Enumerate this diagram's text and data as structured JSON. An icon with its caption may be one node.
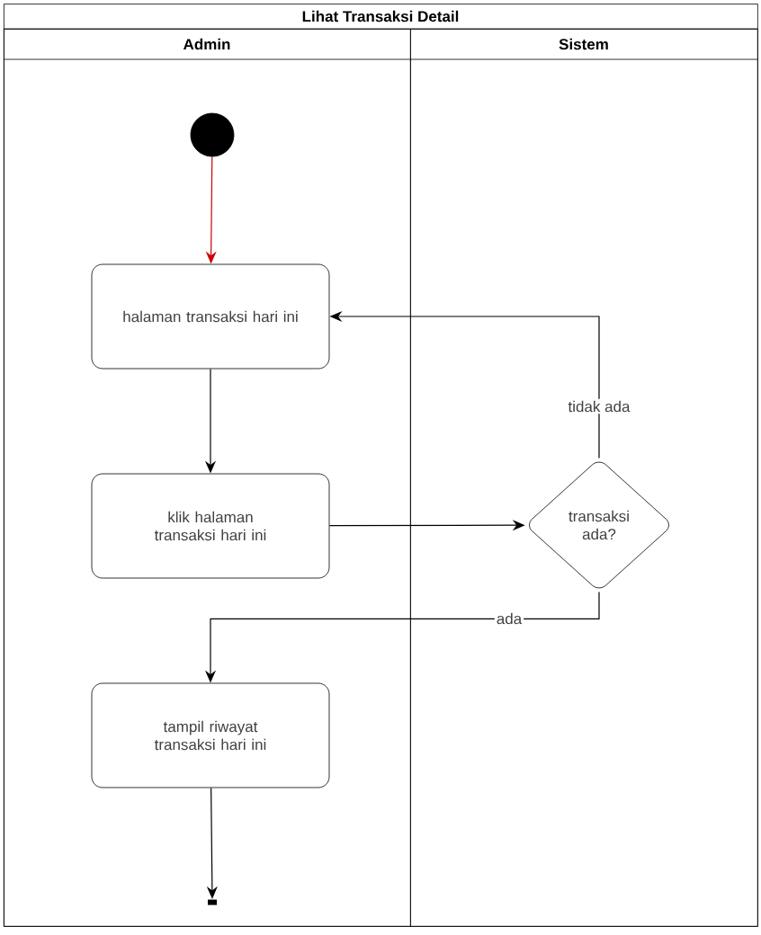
{
  "diagram": {
    "nodes": [
      {
        "text": [
          "Lihat Transaksi Detail"
        ]
      },
      {
        "text": [
          "Admin"
        ],
        "in": 0
      },
      {
        "text": [
          "Sistem"
        ],
        "in": 0
      },
      {
        "text": [],
        "shape": "circle",
        "in": 1
      },
      {
        "text": [
          "halaman transaksi hari ini"
        ],
        "in": 1
      },
      {
        "text": [
          "klik halaman transaksi hari ini"
        ],
        "in": 1
      },
      {
        "text": [
          "transaksi ada?"
        ],
        "in": 2
      },
      {
        "text": [
          "tampil riwayat transaksi hari ini"
        ],
        "in": 1
      }
    ],
    "edges": [
      {
        "from": 3,
        "to": 4,
        "arrow": "to",
        "color": "#cc0000"
      },
      {
        "from": 4,
        "to": 5,
        "arrow": "to"
      },
      {
        "from": 5,
        "to": 6,
        "arrow": "to"
      },
      {
        "from": 6,
        "to": 4,
        "arrow": "to",
        "label": "tidak ada"
      },
      {
        "from": 6,
        "to": 7,
        "arrow": "to",
        "label": "ada"
      },
      {
        "from": 7,
        "to": null,
        "arrow": "to"
      }
    ]
  }
}
